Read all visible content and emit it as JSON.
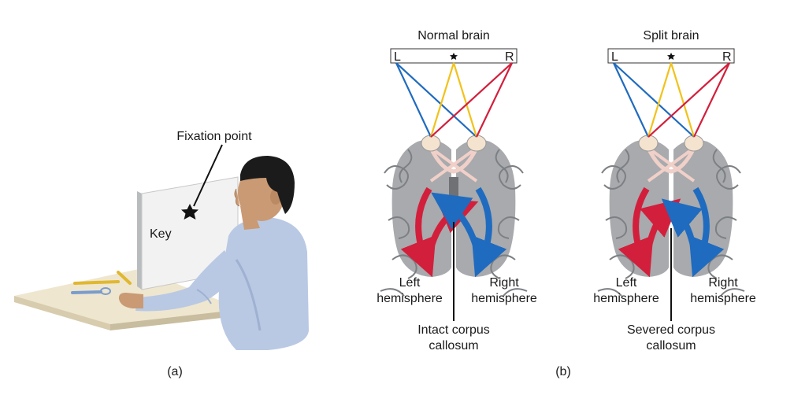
{
  "panel_a": {
    "caption": "(a)",
    "fixation_label": "Fixation point",
    "screen_word": "Key"
  },
  "panel_b": {
    "caption": "(b)",
    "normal": {
      "title": "Normal brain",
      "field_left": "L",
      "field_right": "R",
      "left_label_1": "Left",
      "left_label_2": "hemisphere",
      "right_label_1": "Right",
      "right_label_2": "hemisphere",
      "callosum_label_1": "Intact corpus",
      "callosum_label_2": "callosum"
    },
    "split": {
      "title": "Split brain",
      "field_left": "L",
      "field_right": "R",
      "left_label_1": "Left",
      "left_label_2": "hemisphere",
      "right_label_1": "Right",
      "right_label_2": "hemisphere",
      "callosum_label_1": "Severed corpus",
      "callosum_label_2": "callosum"
    }
  },
  "colors": {
    "left_pathway": "#1f6bbf",
    "right_pathway": "#d21f3c",
    "fixation_pathway": "#f2c21b",
    "brain": "#a8aaad",
    "shirt": "#b9c9e4",
    "desk": "#efe6cf"
  }
}
